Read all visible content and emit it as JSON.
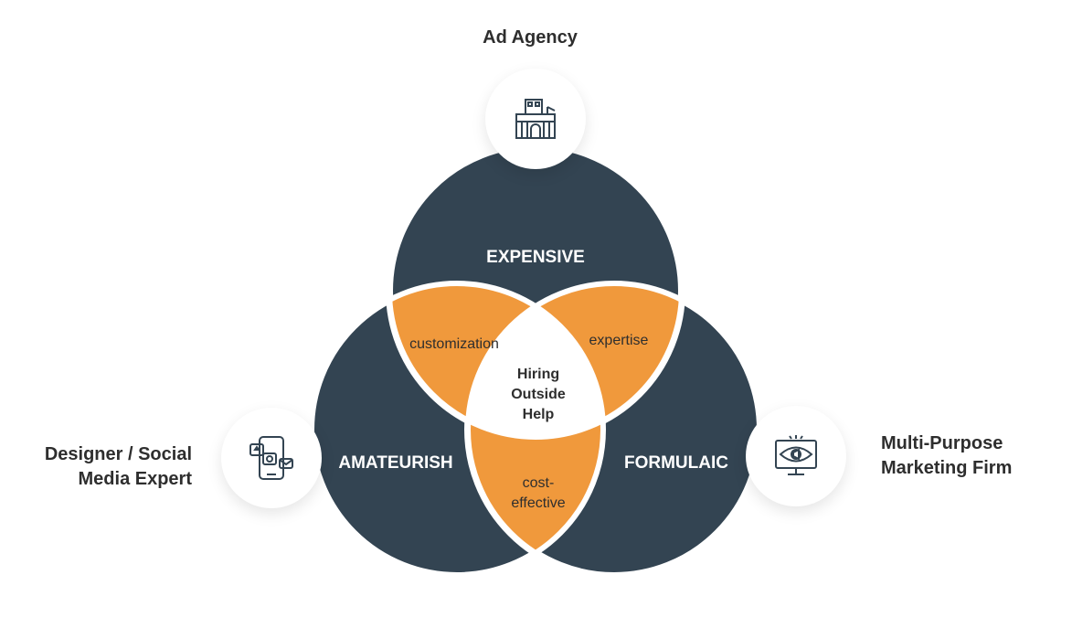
{
  "diagram": {
    "labels": {
      "top": "Ad Agency",
      "left_line1": "Designer / Social",
      "left_line2": "Media Expert",
      "right_line1": "Multi-Purpose",
      "right_line2": "Marketing Firm"
    },
    "circles": {
      "top": "EXPENSIVE",
      "left": "AMATEURISH",
      "right": "FORMULAIC"
    },
    "overlaps": {
      "top_left": "customization",
      "top_right": "expertise",
      "bottom_line1": "cost-",
      "bottom_line2": "effective"
    },
    "center": {
      "line1": "Hiring",
      "line2": "Outside",
      "line3": "Help"
    },
    "colors": {
      "circle": "#334452",
      "overlap": "#f0993c",
      "center": "#ffffff",
      "text_dark": "#2e2e2e"
    },
    "icons": {
      "top": "building-icon",
      "left": "social-media-phone-icon",
      "right": "marketing-monitor-icon"
    }
  }
}
